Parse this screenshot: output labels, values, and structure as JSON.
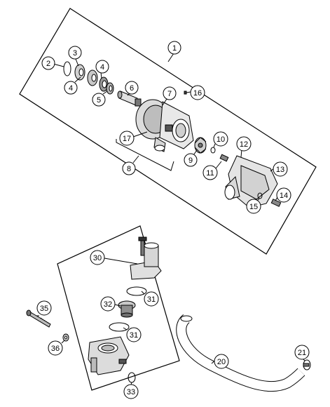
{
  "diagram": {
    "labels": {
      "p1": "1",
      "p2": "2",
      "p3": "3",
      "p4a": "4",
      "p4b": "4",
      "p5": "5",
      "p6": "6",
      "p7": "7",
      "p8": "8",
      "p9": "9",
      "p10": "10",
      "p11": "11",
      "p12": "12",
      "p13": "13",
      "p14": "14",
      "p15": "15",
      "p16": "16",
      "p17": "17",
      "p20": "20",
      "p21": "21",
      "p30": "30",
      "p31a": "31",
      "p31b": "31",
      "p32": "32",
      "p33": "33",
      "p35": "35",
      "p36": "36"
    },
    "colors": {
      "stroke": "#000000",
      "part_fill": "#e6e6e6",
      "part_dark": "#8a8a8a",
      "background": "#ffffff"
    }
  }
}
